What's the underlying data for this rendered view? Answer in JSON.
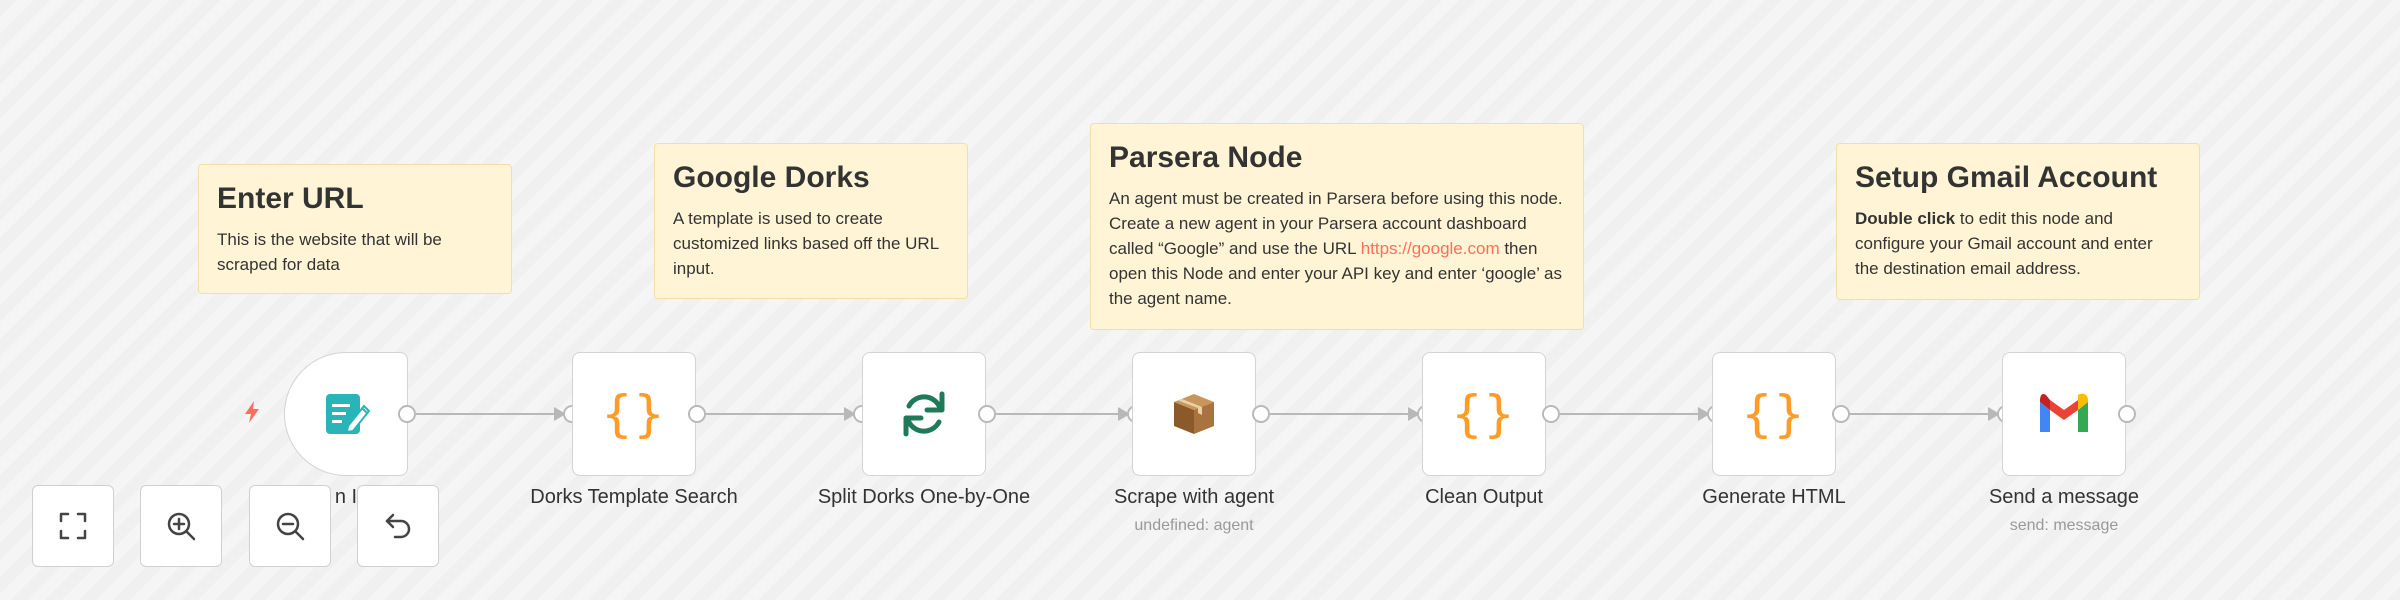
{
  "sticky_notes": [
    {
      "title": "Enter URL",
      "body": "This is the website that will be scraped for data"
    },
    {
      "title": "Google Dorks",
      "body": "A template is used to create customized links based off the URL input."
    },
    {
      "title": "Parsera Node",
      "body_pre": "An agent must be created in Parsera before using this node. Create a new agent in your Parsera account dashboard called “Google” and use the URL ",
      "link": "https://google.com",
      "body_post": " then open this Node and enter your API key and enter ‘google’ as the agent name."
    },
    {
      "title": "Setup Gmail Account",
      "bold": "Double click",
      "body": " to edit this node and configure your Gmail account and enter the destination email address."
    }
  ],
  "nodes": [
    {
      "label": "On form submission",
      "visible_label": "n I",
      "icon": "form-trigger-icon"
    },
    {
      "label": "Dorks Template Search",
      "icon": "code-braces-icon"
    },
    {
      "label": "Split Dorks One-by-One",
      "icon": "loop-icon"
    },
    {
      "label": "Scrape with agent",
      "sublabel": "undefined: agent",
      "icon": "package-icon"
    },
    {
      "label": "Clean Output",
      "icon": "code-braces-icon"
    },
    {
      "label": "Generate HTML",
      "icon": "code-braces-icon"
    },
    {
      "label": "Send a message",
      "sublabel": "send: message",
      "icon": "gmail-icon"
    }
  ],
  "controls": [
    {
      "name": "fit-view",
      "icon": "fit-view-icon"
    },
    {
      "name": "zoom-in",
      "icon": "zoom-in-icon"
    },
    {
      "name": "zoom-out",
      "icon": "zoom-out-icon"
    },
    {
      "name": "reset-zoom",
      "icon": "undo-icon"
    }
  ],
  "colors": {
    "trigger_bolt": "#ff6d5a",
    "braces": "#ff9b26",
    "loop": "#1f7a5a",
    "form": "#29b5b8",
    "sticky_bg": "#fff5d6",
    "link": "#ff6d5a"
  }
}
